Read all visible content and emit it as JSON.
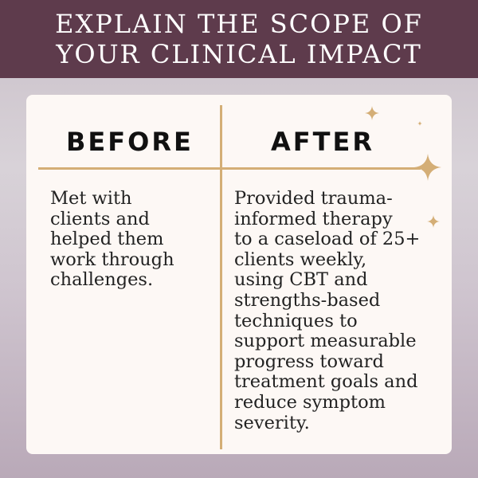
{
  "banner": {
    "line1": "EXPLAIN THE SCOPE OF",
    "line2": "YOUR CLINICAL IMPACT"
  },
  "columns": {
    "before": {
      "heading": "BEFORE",
      "lines": [
        "Met with",
        "clients and",
        "helped them",
        "work through",
        "challenges."
      ]
    },
    "after": {
      "heading": "AFTER",
      "lines": [
        "Provided trauma-",
        "informed therapy",
        "to a caseload of 25+",
        "clients weekly,",
        "using CBT and",
        "strengths-based",
        "techniques to",
        "support measurable",
        "progress toward",
        "treatment goals and",
        "reduce symptom",
        "severity."
      ]
    }
  },
  "colors": {
    "banner": "#5e3b4c",
    "accent": "#d4ae76",
    "card": "#fdf8f5"
  },
  "decorations": [
    "sparkle-icon",
    "sparkle-icon",
    "sparkle-icon",
    "sparkle-icon"
  ]
}
